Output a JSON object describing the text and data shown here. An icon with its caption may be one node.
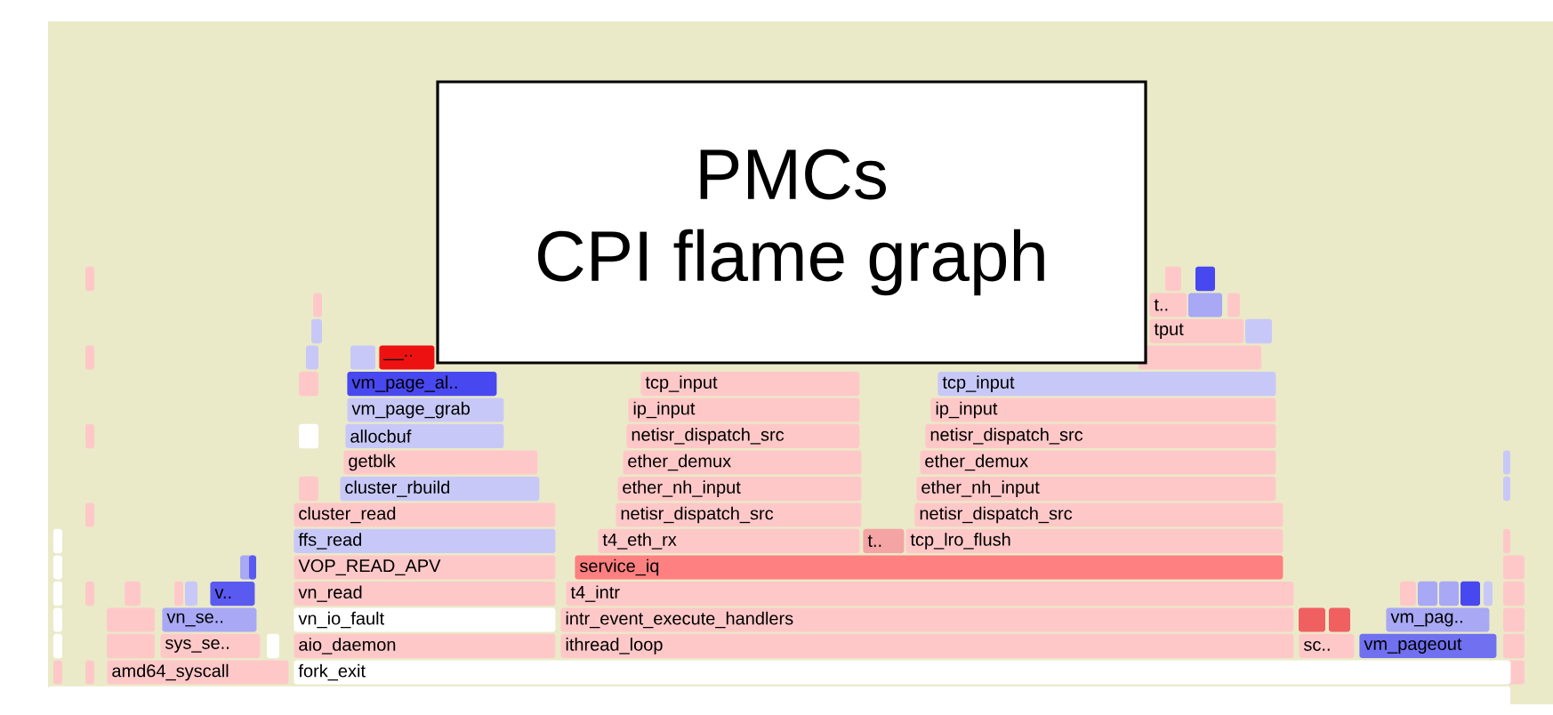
{
  "diagram": {
    "nodes": [
      {
        "text": [
          "PMCs",
          "CPI flame graph"
        ]
      },
      {
        "text": [
          "__.."
        ]
      },
      {
        "text": [
          "t.."
        ]
      },
      {
        "text": [
          "tput"
        ]
      },
      {
        "text": [
          "vm_page_al.."
        ]
      },
      {
        "text": [
          "tcp_input"
        ]
      },
      {
        "text": [
          "tcp_input"
        ]
      },
      {
        "text": [
          "vm_page_grab"
        ]
      },
      {
        "text": [
          "ip_input"
        ]
      },
      {
        "text": [
          "ip_input"
        ]
      },
      {
        "text": [
          "allocbuf"
        ]
      },
      {
        "text": [
          "netisr_dispatch_src"
        ]
      },
      {
        "text": [
          "netisr_dispatch_src"
        ]
      },
      {
        "text": [
          "getblk"
        ]
      },
      {
        "text": [
          "ether_demux"
        ]
      },
      {
        "text": [
          "ether_demux"
        ]
      },
      {
        "text": [
          "cluster_rbuild"
        ]
      },
      {
        "text": [
          "ether_nh_input"
        ]
      },
      {
        "text": [
          "ether_nh_input"
        ]
      },
      {
        "text": [
          "cluster_read"
        ]
      },
      {
        "text": [
          "netisr_dispatch_src"
        ]
      },
      {
        "text": [
          "netisr_dispatch_src"
        ]
      },
      {
        "text": [
          "ffs_read"
        ]
      },
      {
        "text": [
          "t4_eth_rx"
        ]
      },
      {
        "text": [
          "t.."
        ]
      },
      {
        "text": [
          "tcp_lro_flush"
        ]
      },
      {
        "text": [
          "VOP_READ_APV"
        ]
      },
      {
        "text": [
          "service_iq"
        ]
      },
      {
        "text": [
          "v.."
        ]
      },
      {
        "text": [
          "vn_read"
        ]
      },
      {
        "text": [
          "t4_intr"
        ]
      },
      {
        "text": [
          "vn_se.."
        ]
      },
      {
        "text": [
          "vn_io_fault"
        ]
      },
      {
        "text": [
          "intr_event_execute_handlers"
        ]
      },
      {
        "text": [
          "vm_pag.."
        ]
      },
      {
        "text": [
          "sys_se.."
        ]
      },
      {
        "text": [
          "aio_daemon"
        ]
      },
      {
        "text": [
          "ithread_loop"
        ]
      },
      {
        "text": [
          "sc.."
        ]
      },
      {
        "text": [
          "vm_pageout"
        ]
      },
      {
        "text": [
          "amd64_syscall"
        ]
      },
      {
        "text": [
          "fork_exit"
        ]
      }
    ]
  }
}
